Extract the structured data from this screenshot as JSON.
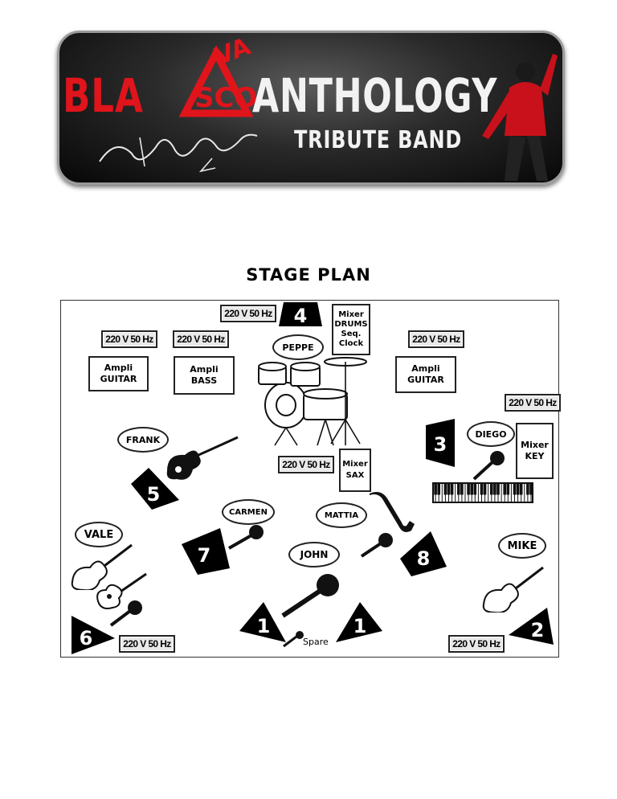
{
  "banner": {
    "logo_left": "BLA",
    "logo_mid": "VASCO",
    "logo_right": "ANTHOLOGY",
    "subtitle": "TRIBUTE BAND",
    "signature": "Vasco Rossi"
  },
  "title": "STAGE PLAN",
  "power_label": "220 V 50 Hz",
  "boxes": {
    "ampli_guitar_left": [
      "Ampli",
      "GUITAR"
    ],
    "ampli_bass": [
      "Ampli",
      "BASS"
    ],
    "ampli_guitar_right": [
      "Ampli",
      "GUITAR"
    ],
    "mixer_drums": [
      "Mixer",
      "DRUMS",
      "Seq.",
      "Clock"
    ],
    "mixer_sax": [
      "Mixer",
      "SAX"
    ],
    "mixer_key": [
      "Mixer",
      "KEY"
    ]
  },
  "musicians": {
    "peppe": "PEPPE",
    "frank": "FRANK",
    "diego": "DIEGO",
    "carmen": "CARMEN",
    "mattia": "MATTIA",
    "vale": "VALE",
    "john": "JOHN",
    "mike": "MIKE"
  },
  "monitors": {
    "m1a": "1",
    "m1b": "1",
    "m2": "2",
    "m3": "3",
    "m4": "4",
    "m5": "5",
    "m6": "6",
    "m7": "7",
    "m8": "8"
  },
  "spare": "Spare"
}
